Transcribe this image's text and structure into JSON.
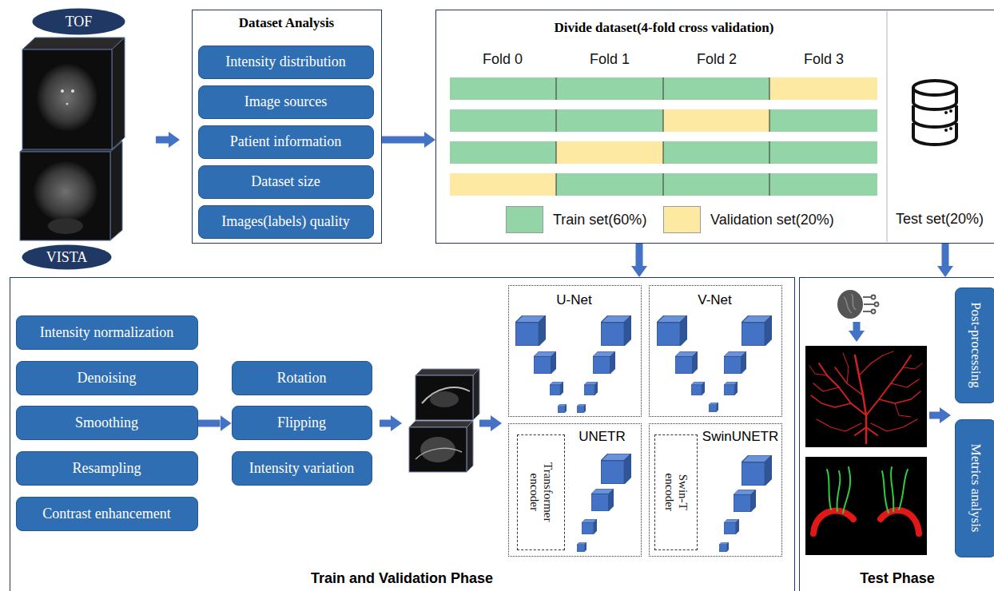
{
  "diagram": {
    "nodes": [
      {
        "text": [
          "TOF"
        ]
      },
      {
        "text": [
          "VISTA"
        ]
      },
      {
        "text": [
          "Dataset Analysis"
        ]
      },
      {
        "text": [
          "Intensity distribution"
        ],
        "in": 2
      },
      {
        "text": [
          "Image sources"
        ],
        "in": 2
      },
      {
        "text": [
          "Patient information"
        ],
        "in": 2
      },
      {
        "text": [
          "Dataset size"
        ],
        "in": 2
      },
      {
        "text": [
          "Images(labels) quality"
        ],
        "in": 2
      },
      {
        "text": [
          "Divide dataset(4-fold cross validation)"
        ]
      },
      {
        "text": [
          "Train and Validation Phase"
        ]
      },
      {
        "text": [
          "Intensity normalization"
        ],
        "in": 9
      },
      {
        "text": [
          "Denoising"
        ],
        "in": 9
      },
      {
        "text": [
          "Smoothing"
        ],
        "in": 9
      },
      {
        "text": [
          "Resampling"
        ],
        "in": 9
      },
      {
        "text": [
          "Contrast enhancement"
        ],
        "in": 9
      },
      {
        "text": [
          "Rotation"
        ],
        "in": 9
      },
      {
        "text": [
          "Flipping"
        ],
        "in": 9
      },
      {
        "text": [
          "Intensity variation"
        ],
        "in": 9
      },
      {
        "text": [
          "U-Net"
        ],
        "in": 9
      },
      {
        "text": [
          "V-Net"
        ],
        "in": 9
      },
      {
        "text": [
          "UNETR"
        ],
        "in": 9
      },
      {
        "text": [
          "Transformer encoder"
        ],
        "in": 20
      },
      {
        "text": [
          "SwinUNETR"
        ],
        "in": 9
      },
      {
        "text": [
          "Swin-T encoder"
        ],
        "in": 22
      },
      {
        "text": [
          "Test Phase"
        ]
      },
      {
        "text": [
          "Post-processing"
        ],
        "in": 24
      },
      {
        "text": [
          "Metrics analysis"
        ],
        "in": 24
      }
    ],
    "edges": [
      {
        "from": 2,
        "to": 8,
        "arrow": "to"
      },
      {
        "from": 8,
        "to": 9,
        "arrow": "to"
      },
      {
        "from": 8,
        "to": 24,
        "arrow": "to"
      },
      {
        "from": 12,
        "to": 16,
        "arrow": "to"
      }
    ],
    "labels": [
      "Fold 0",
      "Fold 1",
      "Fold 2",
      "Fold 3",
      "Test set(20%)"
    ],
    "legend": [
      {
        "text": "Train set(60%)",
        "color": "#93d5a6"
      },
      {
        "text": "Validation set(20%)",
        "color": "#fde9a1"
      }
    ]
  }
}
